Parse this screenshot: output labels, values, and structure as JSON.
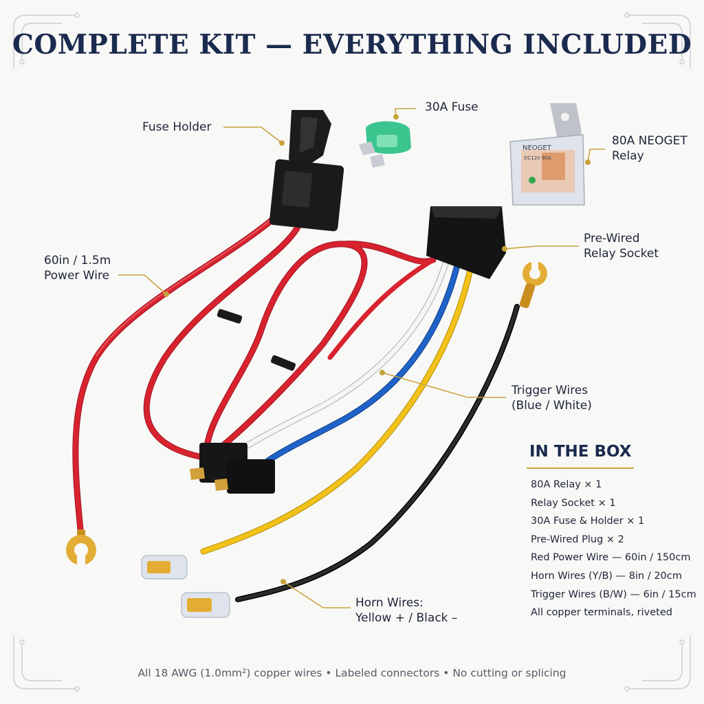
{
  "title": "COMPLETE KIT — EVERYTHING INCLUDED",
  "callouts": {
    "fuse_holder": "Fuse Holder",
    "fuse": "30A Fuse",
    "relay_line1": "80A NEOGET",
    "relay_line2": "Relay",
    "power_wire_line1": "60in / 1.5m",
    "power_wire_line2": "Power Wire",
    "socket_line1": "Pre-Wired",
    "socket_line2": "Relay Socket",
    "trigger_line1": "Trigger Wires",
    "trigger_line2": "(Blue / White)",
    "horn_line1": "Horn Wires:",
    "horn_line2": "Yellow + / Black –"
  },
  "relay_print": {
    "brand": "NEOGET",
    "spec": "DC12V 80A"
  },
  "in_the_box": {
    "heading": "IN THE BOX",
    "items": [
      "80A Relay × 1",
      "Relay Socket × 1",
      "30A Fuse & Holder × 1",
      "Pre-Wired Plug × 2",
      "Red Power Wire — 60in / 150cm",
      "Horn Wires (Y/B) — 8in / 20cm",
      "Trigger Wires (B/W) — 6in / 15cm",
      "All copper terminals, riveted"
    ]
  },
  "footer": "All 18 AWG (1.0mm²) copper wires • Labeled connectors • No cutting or splicing",
  "colors": {
    "title": "#1b2a4e",
    "accent_gold": "#c8a23a",
    "wire_red": "#d8232f",
    "wire_blue": "#1f63c9",
    "wire_white": "#f4f5f7",
    "wire_yellow": "#f2c21a",
    "wire_black": "#1c1c1c",
    "fuse_green": "#3cc48f",
    "connector_black": "#1a1a1a"
  }
}
